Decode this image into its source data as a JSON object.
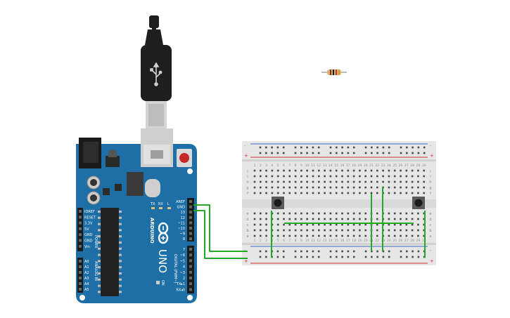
{
  "colors": {
    "board": "#1d6fa5",
    "board_dark": "#155a88",
    "wire": "#22aa22",
    "breadboard": "#e6e6e6",
    "rail_red": "#d93030",
    "rail_blue": "#3a6fc4",
    "button_base": "#444444",
    "usb_black": "#1e1e1e"
  },
  "icons": {
    "usb": "usb-icon",
    "logo": "arduino-infinity-logo"
  },
  "arduino": {
    "brand": "ARDUINO",
    "model": "UNO",
    "on_label": "ON",
    "tx_label": "TX",
    "rx_label": "RX",
    "l_label": "L",
    "digital_label": "DIGITAL (PWM~)",
    "power_label": "POWER",
    "analog_label": "ANALOG IN",
    "top_header_labels": [
      "AREF",
      "GND",
      "13",
      "12",
      "~11",
      "~10",
      "~9",
      "8"
    ],
    "bottom_header_labels": [
      "7",
      "~6",
      "~5",
      "4",
      "~3",
      "2",
      "TX▸1",
      "RX◂0"
    ],
    "power_labels": [
      "IOREF",
      "RESET",
      "3.3V",
      "5V",
      "GND",
      "GND",
      "Vin"
    ],
    "analog_labels": [
      "A0",
      "A1",
      "A2",
      "A3",
      "A4",
      "A5"
    ]
  },
  "breadboard": {
    "column_numbers": [
      "1",
      "2",
      "3",
      "4",
      "5",
      "6",
      "7",
      "8",
      "9",
      "10",
      "11",
      "12",
      "13",
      "14",
      "15",
      "16",
      "17",
      "18",
      "19",
      "20",
      "21",
      "22",
      "23",
      "24",
      "25",
      "26",
      "27",
      "28",
      "29",
      "30"
    ],
    "row_letters_top": [
      "j",
      "i",
      "h",
      "g",
      "f"
    ],
    "row_letters_bottom": [
      "e",
      "d",
      "c",
      "b",
      "a"
    ],
    "plus": "+",
    "minus": "-"
  }
}
